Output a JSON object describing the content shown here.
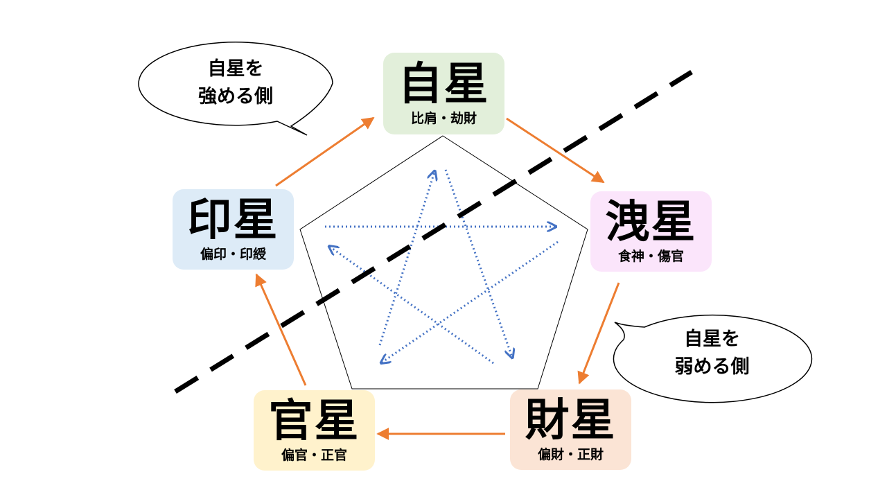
{
  "nodes": {
    "jisei": {
      "title": "自星",
      "sub": "比肩・劫財",
      "color": "#e2efda"
    },
    "esei": {
      "title": "洩星",
      "sub": "食神・傷官",
      "color": "#fbe5fb"
    },
    "zaisei": {
      "title": "財星",
      "sub": "偏財・正財",
      "color": "#fbe4d5"
    },
    "kansei": {
      "title": "官星",
      "sub": "偏官・正官",
      "color": "#fff2cc"
    },
    "insei": {
      "title": "印星",
      "sub": "偏印・印綬",
      "color": "#ddebf7"
    }
  },
  "bubbles": {
    "strengthen": {
      "line1": "自星を",
      "line2": "強める側"
    },
    "weaken": {
      "line1": "自星を",
      "line2": "弱める側"
    }
  },
  "colors": {
    "cycle_arrow": "#ed7d31",
    "star_arrow": "#4472c4",
    "divider": "#000000"
  }
}
